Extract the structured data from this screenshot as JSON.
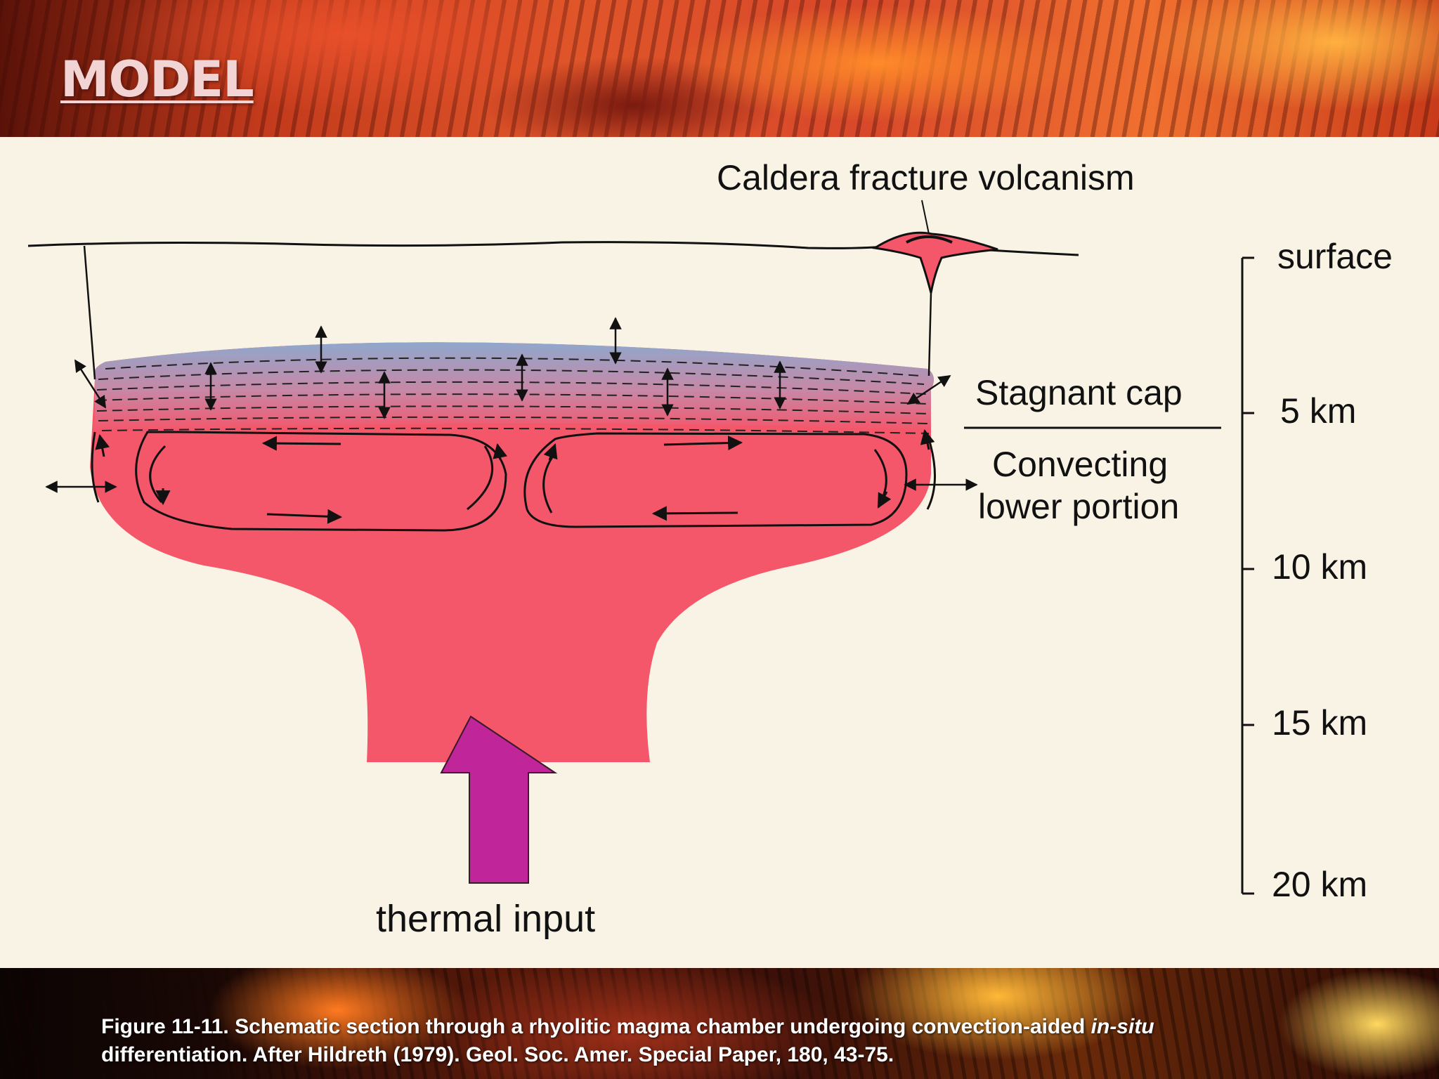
{
  "slide": {
    "title": "MODEL"
  },
  "diagram": {
    "label_caldera": "Caldera fracture volcanism",
    "label_stagnant": "Stagnant cap",
    "label_convecting_1": "Convecting",
    "label_convecting_2": "lower portion",
    "label_thermal": "thermal input",
    "scale": [
      "surface",
      "5 km",
      "10 km",
      "15 km",
      "20 km"
    ]
  },
  "caption": {
    "part1": "Figure 11-11. Schematic section through a rhyolitic magma chamber undergoing convection-aided ",
    "italic": "in-situ",
    "part2": "differentiation.  After Hildreth (1979).  Geol. Soc. Amer. Special Paper, 180, 43-75."
  },
  "colors": {
    "magma": "#f4566a",
    "cap_top": "#8fa8cc",
    "thermal_arrow": "#c0259a",
    "panel_background": "#f8f3e5",
    "title": "#f3d4d4"
  }
}
